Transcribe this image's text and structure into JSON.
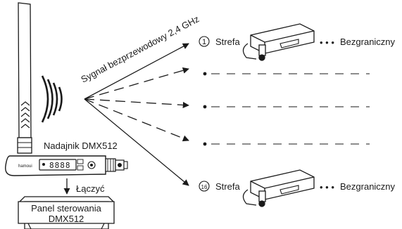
{
  "transmitter": {
    "label": "Nadajnik DMX512",
    "screen_text": "8888",
    "brand_text": "hamoui"
  },
  "signal": {
    "label": "Sygnał bezprzewodowy 2,4 GHz"
  },
  "connect": {
    "label": "Łączyć"
  },
  "panel": {
    "line1": "Panel sterowania",
    "line2": "DMX512"
  },
  "zones": {
    "first": {
      "number": "1",
      "label": "Strefa",
      "tail": "Bezgraniczny"
    },
    "last": {
      "number": "16",
      "label": "Strefa",
      "tail": "Bezgraniczny"
    },
    "dots": "• • •"
  }
}
